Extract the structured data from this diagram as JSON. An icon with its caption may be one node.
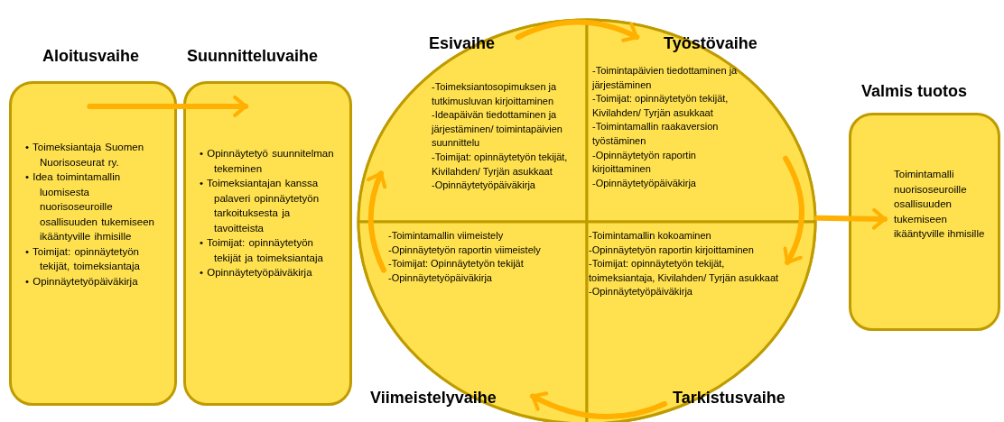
{
  "diagram": {
    "nodes": [
      {
        "text": [
          "Aloitusvaihe",
          "• Toimeksiantaja Suomen Nuorisoseurat ry.",
          "• Idea toimintamallin luomisesta nuorisoseuroille osallisuuden tukemiseen ikääntyville ihmisille",
          "• Toimijat: opinnäytetyön tekijät, toimeksiantaja",
          "• Opinnäytetyöpäiväkirja"
        ]
      },
      {
        "text": [
          "Suunnitteluvaihe",
          "• Opinnäytetyö suunnitelman tekeminen",
          "• Toimeksiantajan kanssa palaveri opinnäytetyön tarkoituksesta ja tavoitteista",
          "• Toimijat: opinnäytetyön tekijät ja toimeksiantaja",
          "• Opinnäytetyöpäiväkirja"
        ]
      },
      {
        "text": [],
        "shape": "circle"
      },
      {
        "text": [
          "Esivaihe",
          "-Toimeksiantosopimuksen ja tutkimusluvan kirjoittaminen",
          "-Ideapäivän tiedottaminen ja järjestäminen/ toimintapäivien suunnittelu",
          "-Toimijat: opinnäytetyön tekijät, Kivilahden/ Tyrjän asukkaat",
          "-Opinnäytetyöpäiväkirja"
        ],
        "in": 2
      },
      {
        "text": [
          "Työstövaihe",
          "-Toimintapäivien tiedottaminen ja järjestäminen",
          "-Toimijat: opinnäytetyön tekijät, Kivilahden/ Tyrjän asukkaat",
          "-Toimintamallin raakaversion työstäminen",
          "-Opinnäytetyön raportin kirjoittaminen",
          "-Opinnäytetyöpäiväkirja"
        ],
        "in": 2
      },
      {
        "text": [
          "-Toimintamallin viimeistely",
          "-Opinnäytetyön raportin viimeistely",
          "-Toimijat: Opinnäytetyön tekijät",
          "-Opinnäytetyöpäiväkirja",
          "Viimeistelyvaihe"
        ],
        "in": 2
      },
      {
        "text": [
          "-Toimintamallin kokoaminen",
          "-Opinnäytetyön raportin kirjoittaminen",
          "-Toimijat: opinnäytetyön tekijät, toimeksiantaja, Kivilahden/ Tyrjän asukkaat",
          "-Opinnäytetyöpäiväkirja",
          "Tarkistusvaihe"
        ],
        "in": 2
      },
      {
        "text": [
          "Valmis tuotos",
          "Toimintamalli nuorisoseuroille osallisuuden tukemiseen ikääntyville ihmisille"
        ]
      }
    ],
    "edges": [
      {
        "from": 0,
        "to": 1,
        "arrow": "to"
      },
      {
        "from": 3,
        "to": 4,
        "arrow": "to"
      },
      {
        "from": 4,
        "to": 6,
        "arrow": "to"
      },
      {
        "from": 6,
        "to": 5,
        "arrow": "to"
      },
      {
        "from": 5,
        "to": 3,
        "arrow": "to"
      },
      {
        "from": 2,
        "to": 7,
        "arrow": "to"
      }
    ]
  }
}
